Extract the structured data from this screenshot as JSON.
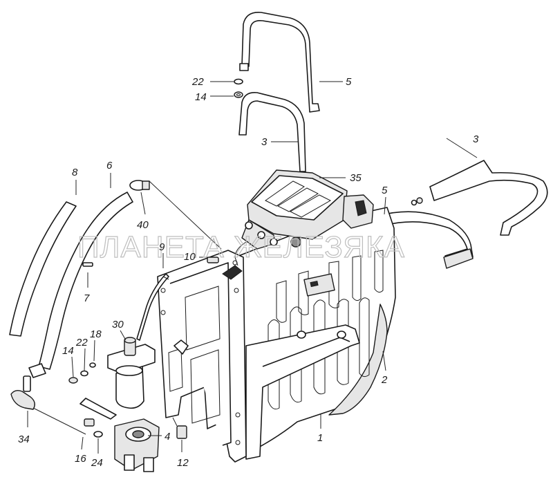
{
  "watermark": "ПЛАНЕТА ЖЕЛЕЗЯКА",
  "callouts": [
    {
      "id": "c22a",
      "label": "22"
    },
    {
      "id": "c14a",
      "label": "14"
    },
    {
      "id": "c5a",
      "label": "5"
    },
    {
      "id": "c3a",
      "label": "3"
    },
    {
      "id": "c3b",
      "label": "3"
    },
    {
      "id": "c35",
      "label": "35"
    },
    {
      "id": "c5b",
      "label": "5"
    },
    {
      "id": "c8",
      "label": "8"
    },
    {
      "id": "c6",
      "label": "6"
    },
    {
      "id": "c40",
      "label": "40"
    },
    {
      "id": "c9",
      "label": "9"
    },
    {
      "id": "c10",
      "label": "10"
    },
    {
      "id": "c7",
      "label": "7"
    },
    {
      "id": "c30",
      "label": "30"
    },
    {
      "id": "c18",
      "label": "18"
    },
    {
      "id": "c22b",
      "label": "22"
    },
    {
      "id": "c14b",
      "label": "14"
    },
    {
      "id": "c2",
      "label": "2"
    },
    {
      "id": "c1",
      "label": "1"
    },
    {
      "id": "c4",
      "label": "4"
    },
    {
      "id": "c12",
      "label": "12"
    },
    {
      "id": "c34",
      "label": "34"
    },
    {
      "id": "c16",
      "label": "16"
    },
    {
      "id": "c24",
      "label": "24"
    }
  ]
}
